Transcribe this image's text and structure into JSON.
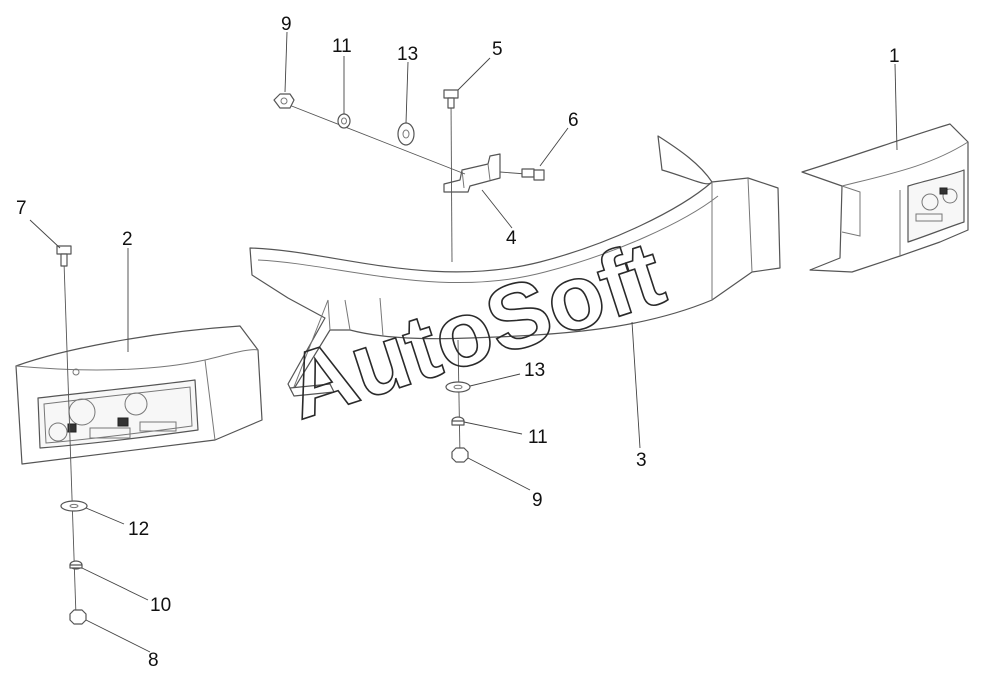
{
  "callouts": {
    "c1": "1",
    "c2": "2",
    "c3": "3",
    "c4": "4",
    "c5": "5",
    "c6": "6",
    "c7": "7",
    "c8": "8",
    "c9_top": "9",
    "c9_bottom": "9",
    "c10": "10",
    "c11_top": "11",
    "c11_bottom": "11",
    "c12": "12",
    "c13_top": "13",
    "c13_bottom": "13"
  },
  "watermark": "AutoSoft"
}
